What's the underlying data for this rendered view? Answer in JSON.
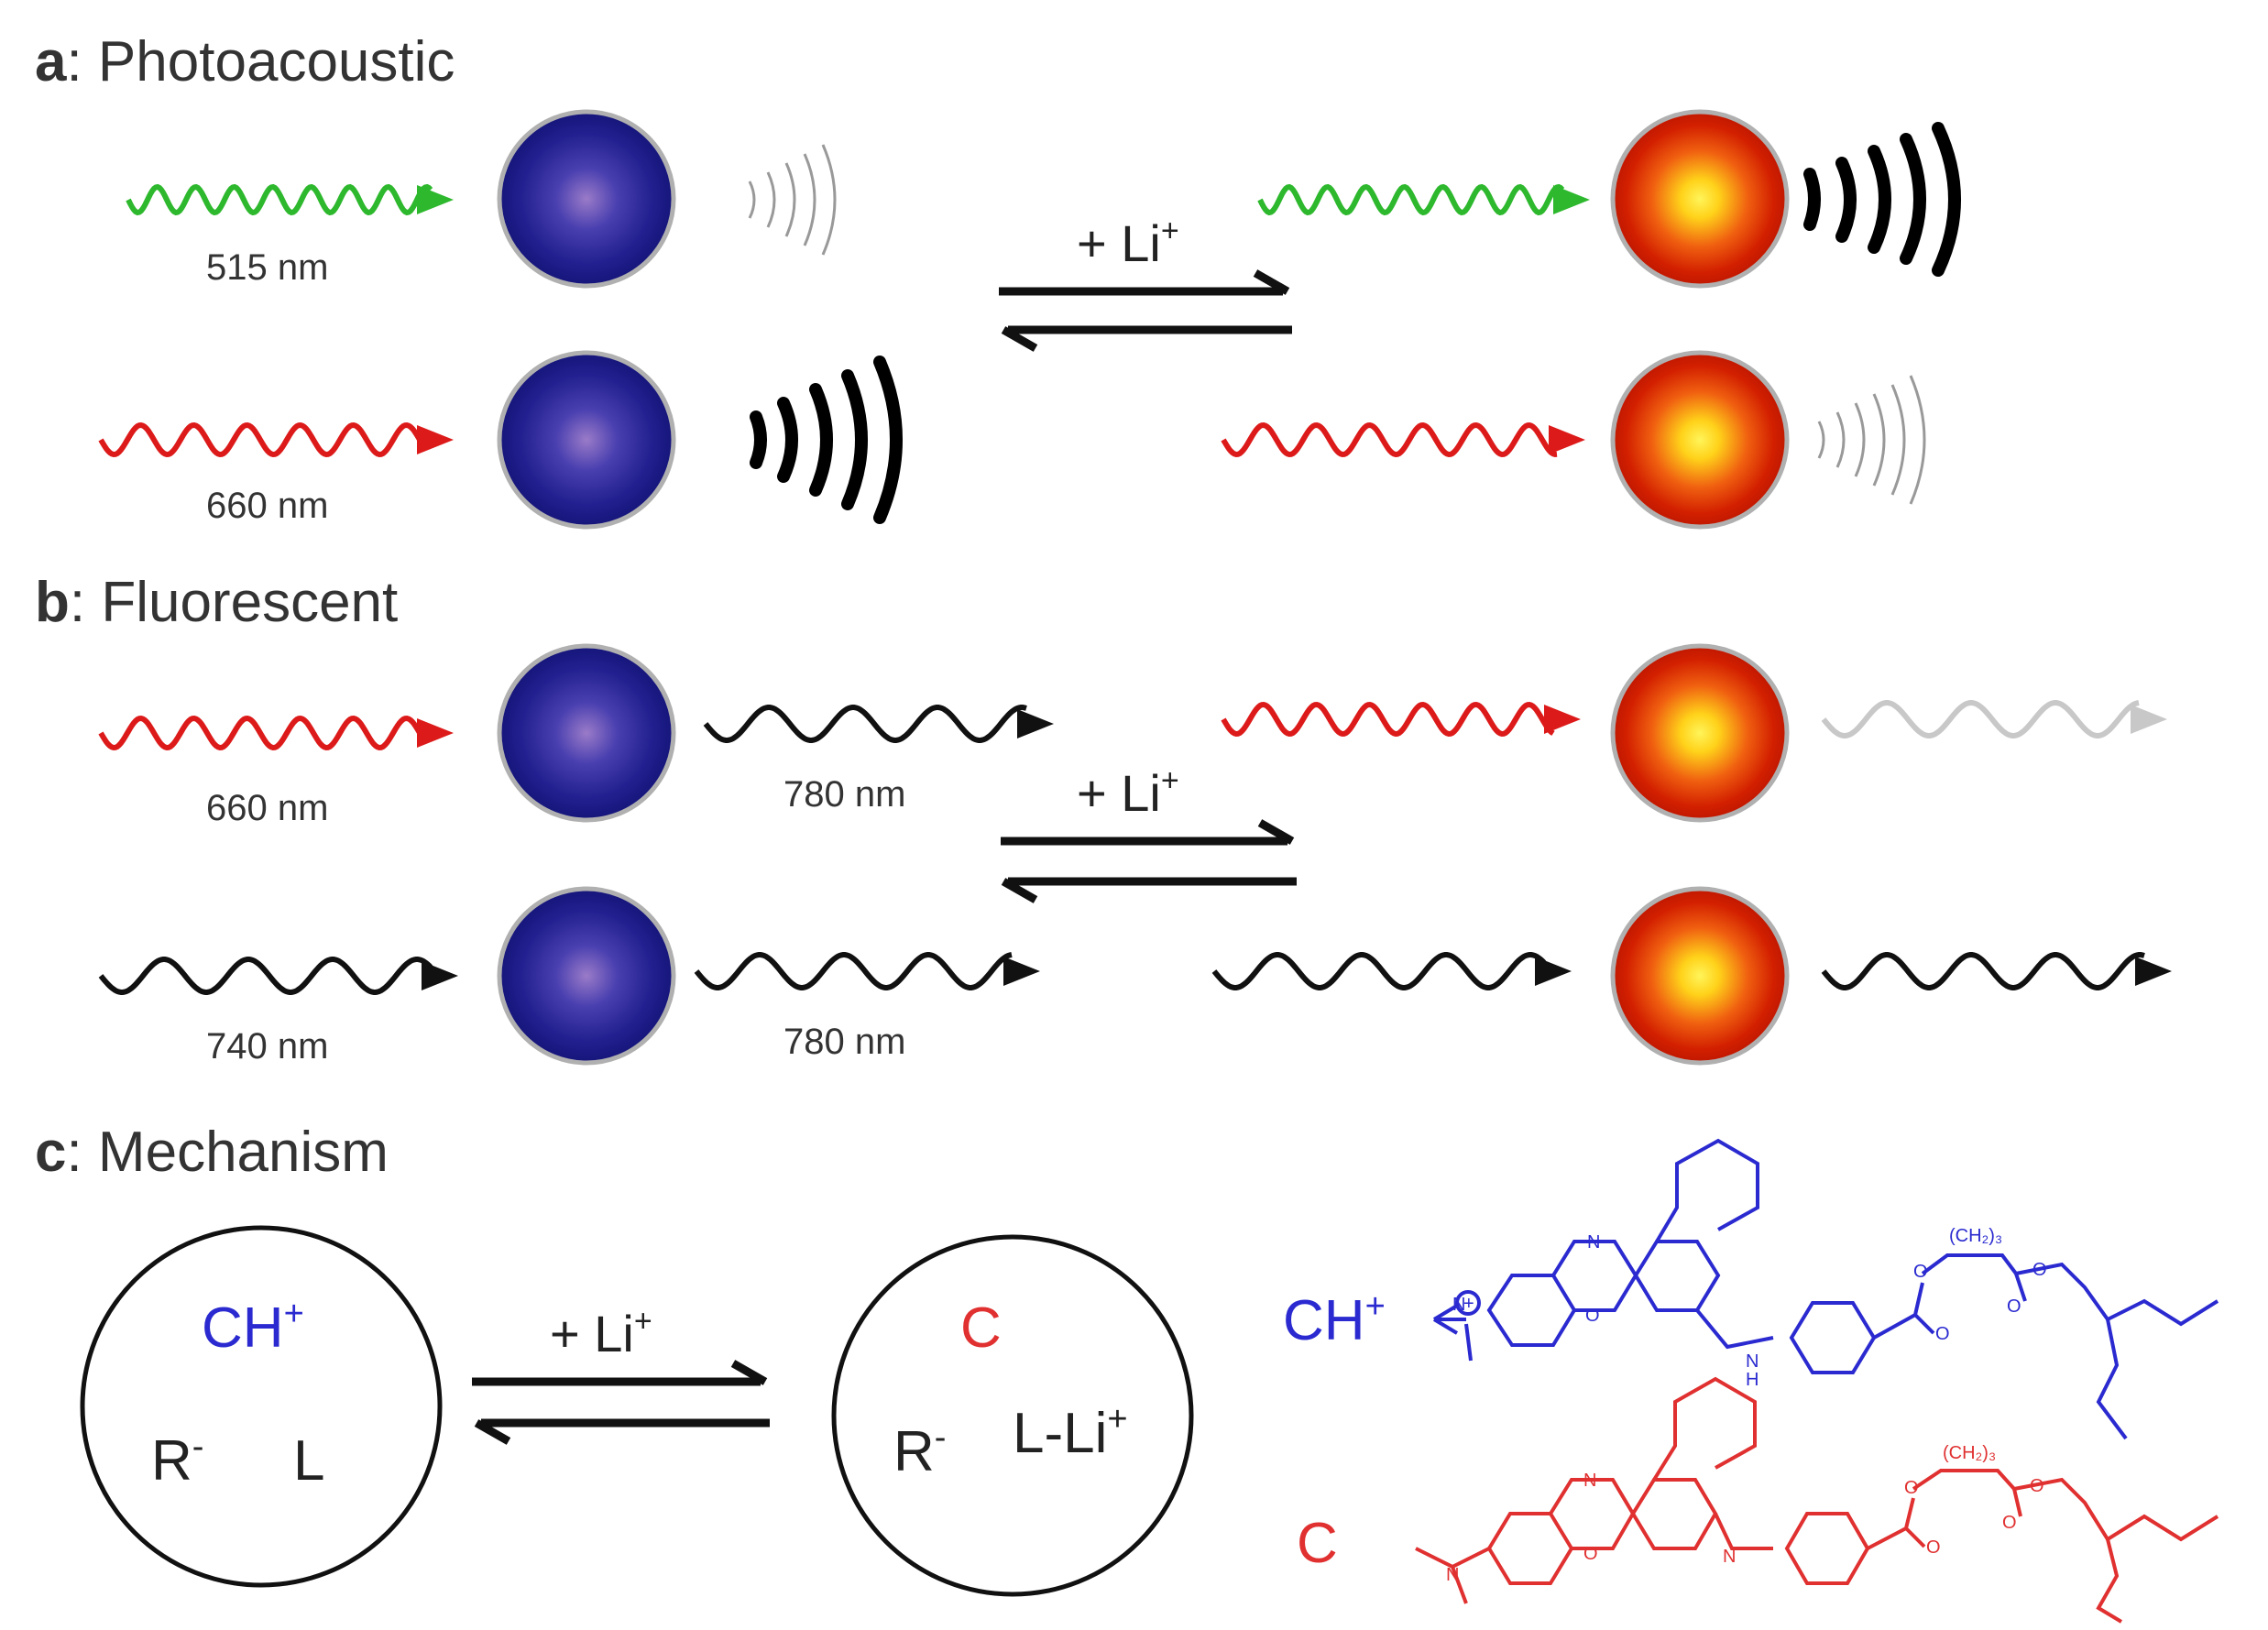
{
  "sections": {
    "a": {
      "letter": "a",
      "title": ": Photoacoustic"
    },
    "b": {
      "letter": "b",
      "title": ": Fluorescent"
    },
    "c": {
      "letter": "c",
      "title": ": Mechanism"
    }
  },
  "wavelengths": {
    "a_top": "515 nm",
    "a_bottom": "660 nm",
    "b_top_in": "660 nm",
    "b_top_out": "780 nm",
    "b_bottom_in": "740 nm",
    "b_bottom_out": "780 nm"
  },
  "equilibrium": {
    "a_label": "+ Li",
    "b_label": "+ Li",
    "c_label": "+ Li",
    "superscript": "+"
  },
  "mechanism": {
    "left_species": "CH",
    "left_species_sup": "+",
    "left_anion": "R",
    "anion_sup": "-",
    "left_ligand": "L",
    "right_species": "C",
    "right_anion": "R",
    "right_complex": "L-Li",
    "right_complex_sup": "+"
  },
  "structures": {
    "ch_label": "CH",
    "ch_sup": "+",
    "c_label": "C",
    "atom_N": "N",
    "atom_O": "O",
    "atom_H": "H",
    "atom_plus": "+",
    "chain": "(CH₂)₃"
  },
  "colors": {
    "blue_particle": "#1a1a8c",
    "red_particle": "#cc1a00",
    "green_light": "#2db82d",
    "red_light": "#dd1a1a",
    "ch_blue": "#2a2ad0",
    "c_red": "#e03030"
  }
}
